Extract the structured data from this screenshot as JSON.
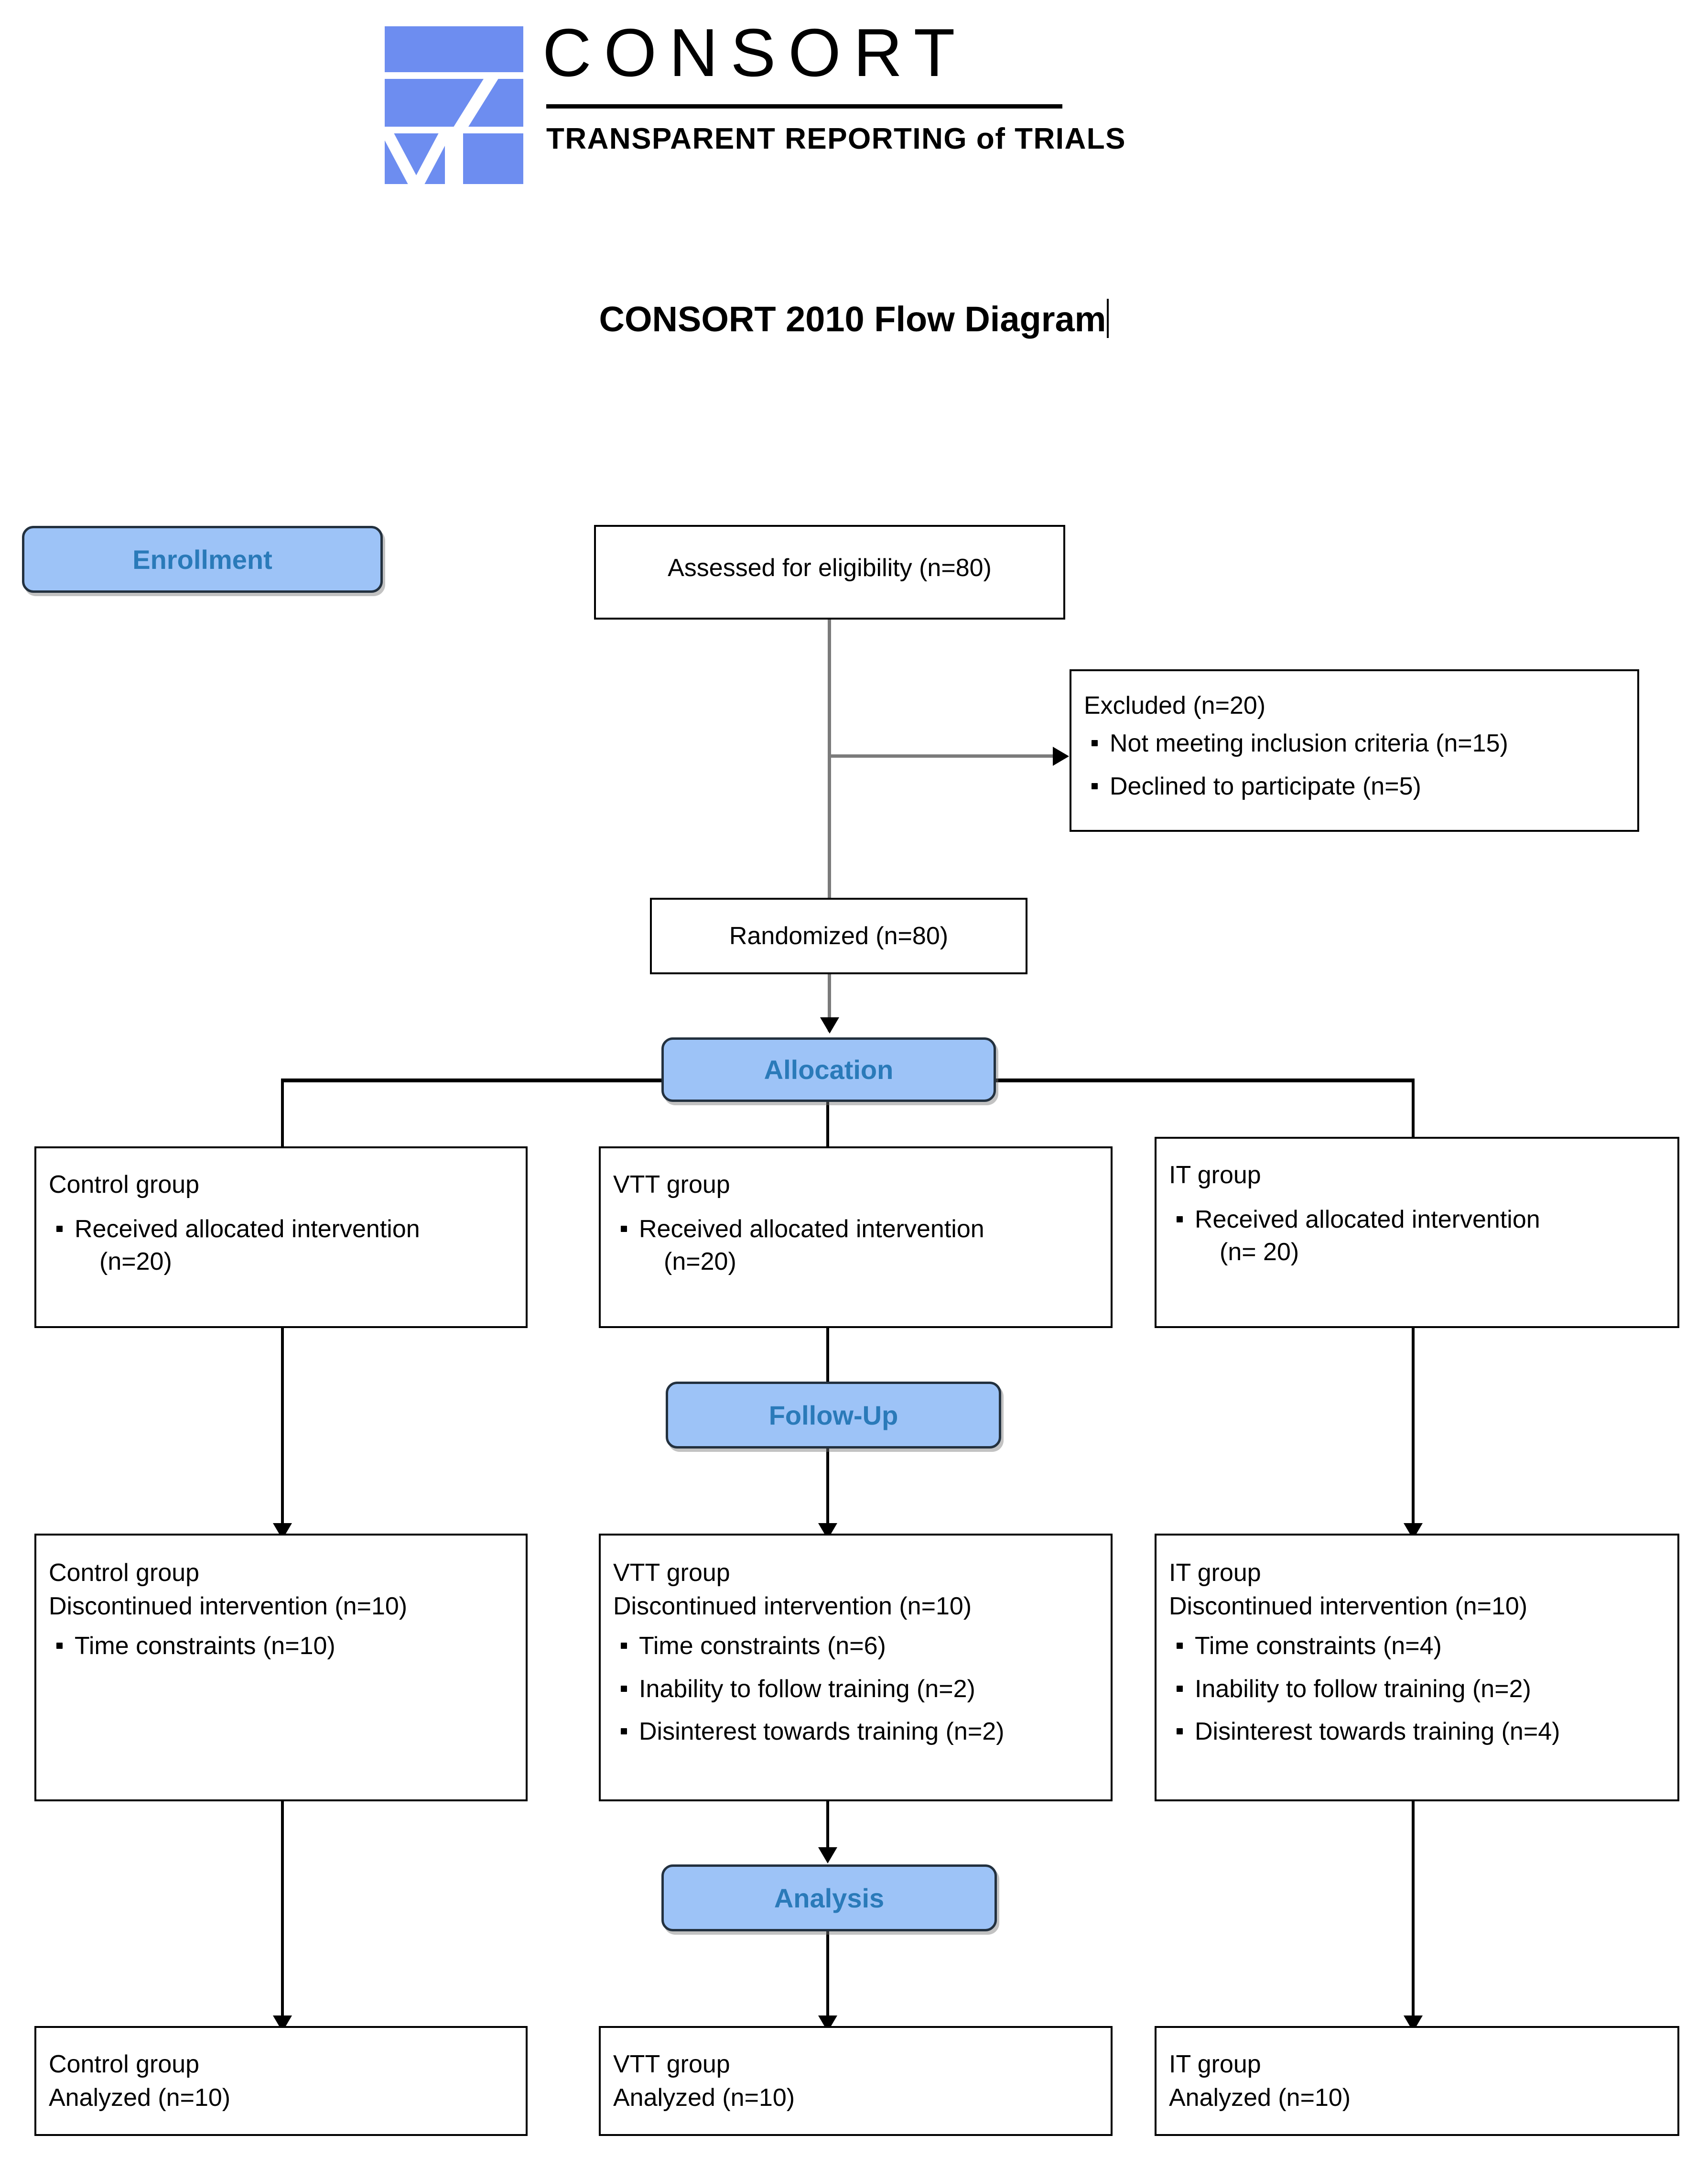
{
  "logo": {
    "wordmark": "CONSORT",
    "tagline_part1": "TRANSPARENT REPORTING",
    "tagline_of": "of",
    "tagline_part2": "TRIALS",
    "mark_name": "consort-checkmark-logo",
    "brand_blue": "#6d8df0"
  },
  "diagram": {
    "title": "CONSORT 2010 Flow Diagram",
    "badge_fill": "#9dc3f7",
    "badge_text_color": "#2a7ab9",
    "badge_border_color": "#23313f"
  },
  "phases": {
    "enrollment": "Enrollment",
    "allocation": "Allocation",
    "followup": "Follow-Up",
    "analysis": "Analysis"
  },
  "enrollment": {
    "assessed": "Assessed for eligibility (n=80)",
    "randomized": "Randomized (n=80)",
    "excluded": {
      "heading": "Excluded (n=20)",
      "items": [
        "Not meeting inclusion criteria (n=15)",
        "Declined to participate (n=5)"
      ]
    }
  },
  "allocation": {
    "control": {
      "group": "Control group",
      "bullet": "Received allocated intervention",
      "count": "(n=20)"
    },
    "vtt": {
      "group": "VTT group",
      "bullet": "Received allocated intervention",
      "count": "(n=20)"
    },
    "it": {
      "group": "IT group",
      "bullet": "Received allocated intervention",
      "count": "(n= 20)"
    }
  },
  "followup": {
    "control": {
      "group": "Control group",
      "discontinued": "Discontinued intervention (n=10)",
      "items": [
        "Time constraints (n=10)"
      ]
    },
    "vtt": {
      "group": "VTT group",
      "discontinued": "Discontinued intervention (n=10)",
      "items": [
        "Time constraints (n=6)",
        "Inability to follow training (n=2)",
        "Disinterest towards training (n=2)"
      ]
    },
    "it": {
      "group": "IT group",
      "discontinued": "Discontinued intervention (n=10)",
      "items": [
        "Time constraints (n=4)",
        "Inability to follow training (n=2)",
        "Disinterest towards training (n=4)"
      ]
    }
  },
  "analysis": {
    "control": {
      "group": "Control group",
      "analyzed": "Analyzed (n=10)"
    },
    "vtt": {
      "group": "VTT group",
      "analyzed": "Analyzed (n=10)"
    },
    "it": {
      "group": "IT group",
      "analyzed": "Analyzed (n=10)"
    }
  }
}
